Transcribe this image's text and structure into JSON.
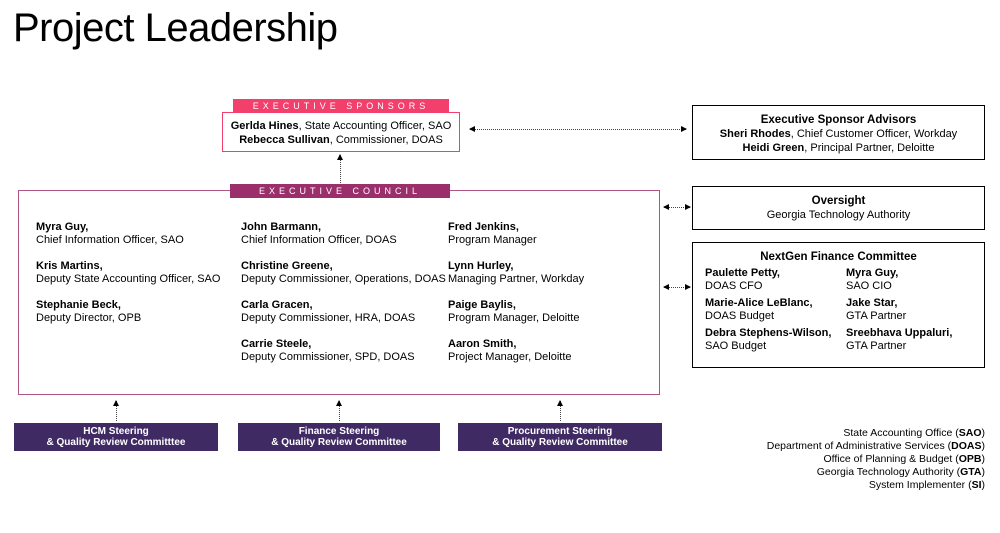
{
  "page": {
    "title": "Project Leadership"
  },
  "colors": {
    "pink": "#F23F6B",
    "magenta_header": "#9B2F6B",
    "council_border": "#AE5584",
    "purple_committee": "#3F2A64"
  },
  "sponsors": {
    "header": "EXECUTIVE SPONSORS",
    "members": [
      {
        "name": "Gerlda Hines",
        "rest": ", State Accounting Officer, SAO"
      },
      {
        "name": "Rebecca Sullivan",
        "rest": ", Commissioner, DOAS"
      }
    ]
  },
  "advisors": {
    "title": "Executive Sponsor Advisors",
    "members": [
      {
        "name": "Sheri Rhodes",
        "rest": ", Chief Customer Officer, Workday"
      },
      {
        "name": "Heidi Green",
        "rest": ", Principal Partner, Deloitte"
      }
    ]
  },
  "oversight": {
    "title": "Oversight",
    "subtitle": "Georgia Technology Authority"
  },
  "council": {
    "header": "EXECUTIVE COUNCIL",
    "columns": [
      [
        {
          "name": "Myra Guy,",
          "title": "Chief Information Officer, SAO"
        },
        {
          "name": "Kris Martins,",
          "title": "Deputy State Accounting Officer, SAO"
        },
        {
          "name": "Stephanie Beck,",
          "title": "Deputy Director, OPB"
        }
      ],
      [
        {
          "name": "John Barmann,",
          "title": "Chief Information Officer, DOAS"
        },
        {
          "name": "Christine Greene,",
          "title": "Deputy Commissioner, Operations, DOAS"
        },
        {
          "name": "Carla Gracen,",
          "title": "Deputy Commissioner, HRA, DOAS"
        },
        {
          "name": "Carrie Steele,",
          "title": "Deputy Commissioner, SPD, DOAS"
        }
      ],
      [
        {
          "name": "Fred Jenkins,",
          "title": "Program Manager"
        },
        {
          "name": "Lynn Hurley,",
          "title": "Managing Partner, Workday"
        },
        {
          "name": "Paige Baylis,",
          "title": "Program Manager, Deloitte"
        },
        {
          "name": "Aaron Smith,",
          "title": "Project Manager, Deloitte"
        }
      ]
    ]
  },
  "nextgen": {
    "title": "NextGen Finance Committee",
    "columns": [
      [
        {
          "name": "Paulette Petty,",
          "title": "DOAS CFO"
        },
        {
          "name": "Marie-Alice LeBlanc,",
          "title": "DOAS Budget"
        },
        {
          "name": "Debra Stephens-Wilson,",
          "title": "SAO Budget"
        }
      ],
      [
        {
          "name": "Myra Guy,",
          "title": "SAO CIO"
        },
        {
          "name": "Jake Star,",
          "title": "GTA Partner"
        },
        {
          "name": "Sreebhava Uppaluri,",
          "title": "GTA Partner"
        }
      ]
    ]
  },
  "committees": [
    {
      "line1": "HCM Steering",
      "line2": "& Quality Review Committtee"
    },
    {
      "line1": "Finance Steering",
      "line2": "& Quality Review Committee"
    },
    {
      "line1": "Procurement Steering",
      "line2": "& Quality Review Committee"
    }
  ],
  "legend": [
    {
      "pre": "State Accounting Office (",
      "bold": "SAO",
      "post": ")"
    },
    {
      "pre": "Department of Administrative Services (",
      "bold": "DOAS",
      "post": ")"
    },
    {
      "pre": "Office of Planning & Budget (",
      "bold": "OPB",
      "post": ")"
    },
    {
      "pre": "Georgia Technology Authority (",
      "bold": "GTA",
      "post": ")"
    },
    {
      "pre": "System Implementer (",
      "bold": "SI",
      "post": ")"
    }
  ]
}
